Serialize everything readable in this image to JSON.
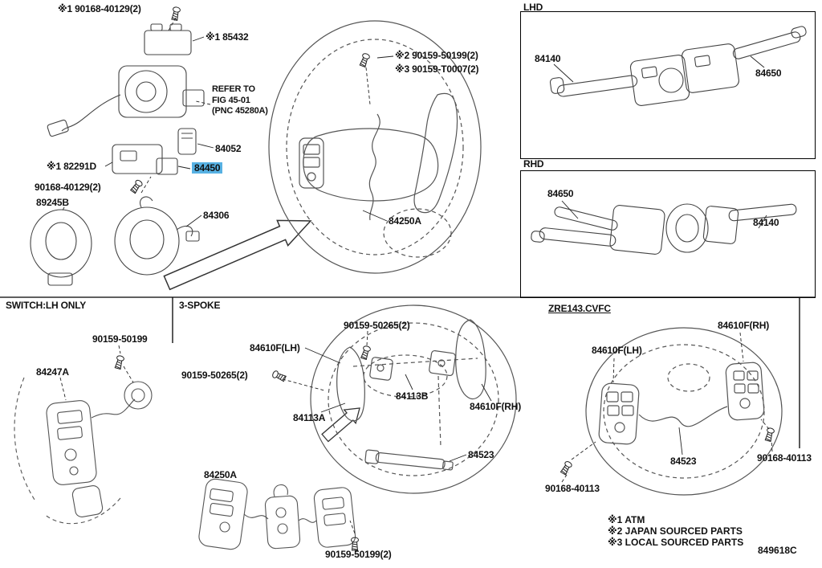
{
  "highlight_color": "#57b1e3",
  "sections": {
    "lhd": "LHD",
    "rhd": "RHD",
    "switch_lh_only": "SWITCH:LH ONLY",
    "three_spoke": "3-SPOKE",
    "zre143": "ZRE143.CVFC"
  },
  "upper_left": {
    "bolt_90168_40129": "※1 90168-40129(2)",
    "p85432": "※1 85432",
    "refer1": "REFER TO",
    "refer2": "FIG 45-01",
    "refer3": "(PNC 45280A)",
    "p84052": "84052",
    "p84450": "84450",
    "p82291d": "※1 82291D",
    "bolt_90168_40129_b": "90168-40129(2)",
    "p89245b": "89245B",
    "p84306": "84306"
  },
  "upper_center": {
    "bolt_note2": "※2 90159-50199(2)",
    "bolt_note3": "※3 90159-T0007(2)",
    "p84250a": "84250A"
  },
  "lhd_box": {
    "p84140": "84140",
    "p84650": "84650"
  },
  "rhd_box": {
    "p84650": "84650",
    "p84140": "84140"
  },
  "lower_left": {
    "bolt_90159_50199": "90159-50199",
    "p84247a": "84247A"
  },
  "lower_center": {
    "bolt_90159_50265_a": "90159-50265(2)",
    "p84610f_lh": "84610F(LH)",
    "bolt_90159_50265_b": "90159-50265(2)",
    "p84113b": "84113B",
    "p84113a": "84113A",
    "p84610f_rh": "84610F(RH)",
    "p84523": "84523",
    "p84250a": "84250A",
    "bolt_90159_50199_2": "90159-50199(2)"
  },
  "lower_right": {
    "p84610f_rh": "84610F(RH)",
    "p84610f_lh": "84610F(LH)",
    "p84523": "84523",
    "bolt_90168_40113_r": "90168-40113",
    "bolt_90168_40113_l": "90168-40113"
  },
  "legend": {
    "note1": "※1 ATM",
    "note2": "※2 JAPAN SOURCED PARTS",
    "note3": "※3 LOCAL SOURCED PARTS",
    "drawing_code": "849618C"
  }
}
